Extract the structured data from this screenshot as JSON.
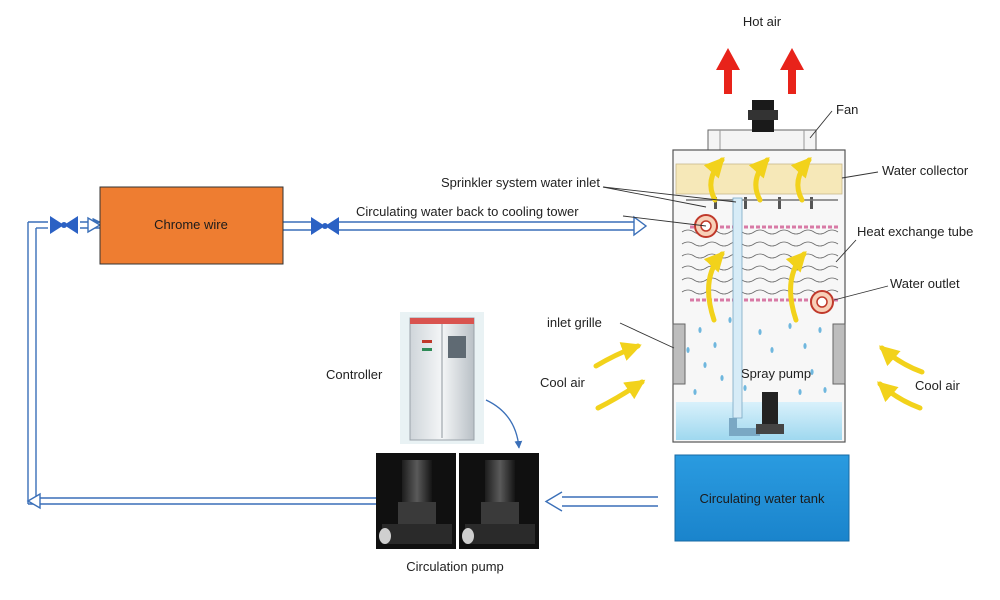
{
  "labels": {
    "hot_air": "Hot air",
    "fan": "Fan",
    "water_collector": "Water collector",
    "sprinkler_inlet": "Sprinkler system water inlet",
    "circulating_back": "Circulating water back to cooling tower",
    "heat_exchange_tube": "Heat exchange tube",
    "water_outlet": "Water outlet",
    "inlet_grille": "inlet grille",
    "cool_air_left": "Cool air",
    "cool_air_right": "Cool air",
    "spray_pump": "Spray pump",
    "controller": "Controller",
    "chrome_wire": "Chrome wire",
    "circulating_water_tank": "Circulating water tank",
    "circulation_pump": "Circulation pump"
  },
  "colors": {
    "chrome_box": "#ee7d31",
    "tank": "#1e8fd6",
    "pipe": "#3a5cc4",
    "hot_arrow": "#e8231a",
    "air_arrow": "#f2d21b"
  }
}
